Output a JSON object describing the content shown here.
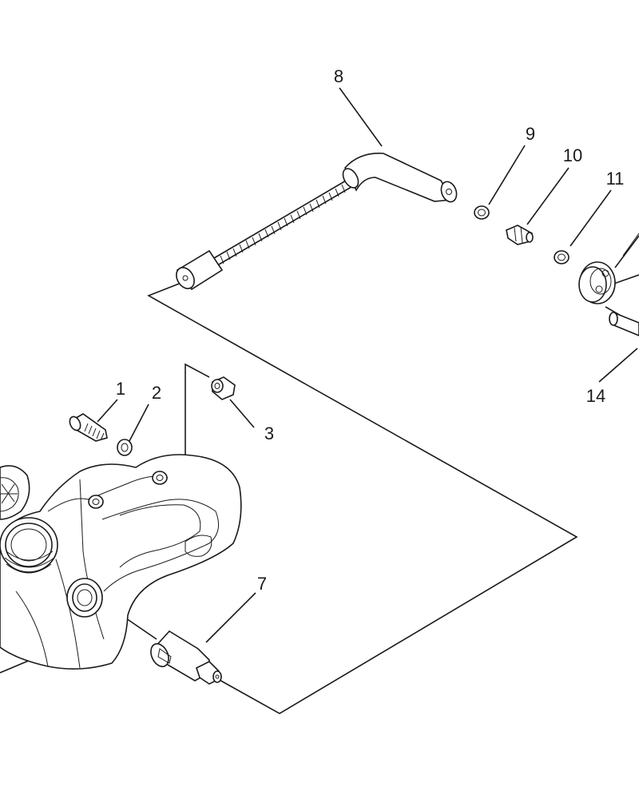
{
  "callouts": {
    "c1": "1",
    "c2": "2",
    "c3": "3",
    "c7": "7",
    "c8": "8",
    "c9": "9",
    "c10": "10",
    "c11": "11",
    "c14": "14"
  }
}
